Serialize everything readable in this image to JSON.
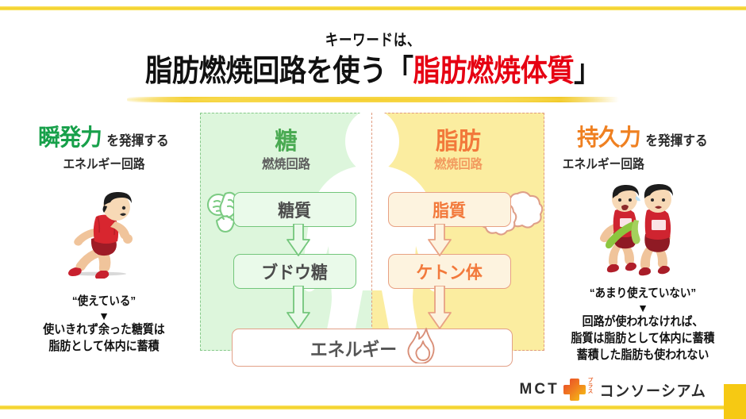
{
  "title": {
    "kicker": "キーワードは、",
    "line_black_1": "脂肪燃焼回路を使う「",
    "line_red": "脂肪燃焼体質",
    "line_black_2": "」"
  },
  "left_column": {
    "head_accent": "瞬発力",
    "head_tail": "を発揮する",
    "head_sub": "エネルギー回路",
    "figure_icon": "sprinter-runner-icon",
    "quote": "“使えている”",
    "arrow_glyph": "▼",
    "conclusion_line1": "使いきれず余った糖質は",
    "conclusion_line2": "脂肪として体内に蓄積",
    "accent_color": "#17a04a"
  },
  "right_column": {
    "head_accent": "持久力",
    "head_tail": "を発揮する",
    "head_sub": "エネルギー回路",
    "figure_icon": "two-distance-runners-icon",
    "quote": "“あまり使えていない”",
    "arrow_glyph": "▼",
    "conclusion_line1": "回路が使われなければ、",
    "conclusion_line2": "脂質は脂肪として体内に蓄積",
    "conclusion_line3": "蓄積した脂肪も使われない",
    "accent_color": "#ef8021"
  },
  "diagram": {
    "sugar_panel": {
      "heading_big": "糖",
      "heading_small": "燃焼回路",
      "substrate_label": "糖質",
      "substrate_icon": "rice-bread-potato-icon",
      "output_label": "ブドウ糖",
      "bg_color": "#ddf6dc",
      "line_color": "#73c67b",
      "accent_color": "#4aaa52"
    },
    "fat_panel": {
      "heading_big": "脂肪",
      "heading_small": "燃焼回路",
      "substrate_label": "脂質",
      "substrate_icon": "fat-globules-icon",
      "output_label": "ケトン体",
      "bg_color": "#fbeda0",
      "line_color": "#e8a183",
      "accent_color": "#f2793b"
    },
    "energy_label": "エネルギー",
    "energy_icon": "flame-icon",
    "silhouette_icon": "human-body-silhouette"
  },
  "footer": {
    "logo_mct": "MCT",
    "logo_cross_icon": "plus-cross-icon",
    "logo_plus_text_line1": "プ",
    "logo_plus_text_line2": "ラ",
    "logo_plus_text_line3": "ス",
    "logo_name": "コンソーシアム",
    "rule_color": "#f2cf2a",
    "corner_color": "#f6c913"
  }
}
